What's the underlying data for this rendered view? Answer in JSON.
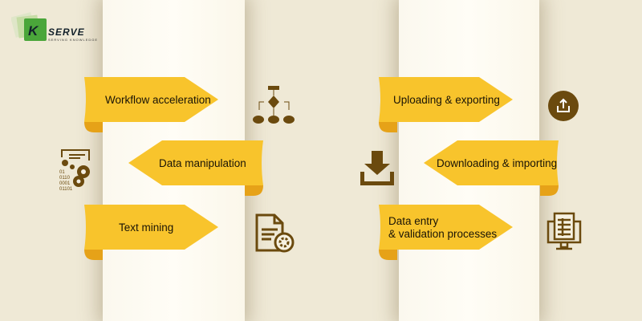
{
  "logo": {
    "brand": "K SERVE",
    "tagline": "SERVING KNOWLEDGE"
  },
  "colors": {
    "banner": "#f8c42c",
    "curl": "#e6a218",
    "icon": "#6b4a0e",
    "logo_green": "#4aa63a"
  },
  "left": [
    {
      "label": "Workflow acceleration",
      "icon": "flowchart-icon"
    },
    {
      "label": "Data manipulation",
      "icon": "binary-gears-icon"
    },
    {
      "label": "Text mining",
      "icon": "document-gear-icon"
    }
  ],
  "right": [
    {
      "label": "Uploading & exporting",
      "icon": "upload-icon"
    },
    {
      "label": "Downloading & importing",
      "icon": "download-icon"
    },
    {
      "label": "Data entry\n& validation processes",
      "line1": "Data entry",
      "line2": "& validation processes",
      "icon": "monitor-sheet-icon"
    }
  ],
  "binary_text": [
    "01",
    "0110",
    "0001",
    "01101"
  ]
}
